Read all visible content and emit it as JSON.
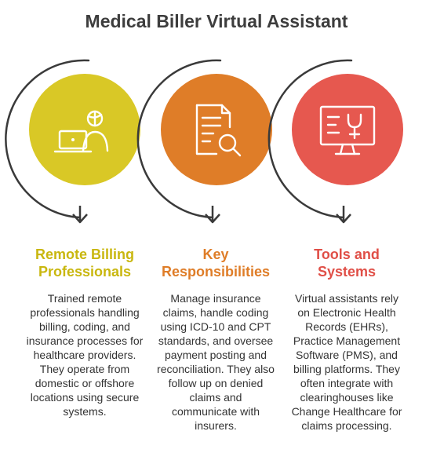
{
  "title": "Medical Biller Virtual Assistant",
  "colors": {
    "yellow": "#d9c826",
    "orange": "#df7d28",
    "red": "#e6584f",
    "yellow_text": "#c9b70f",
    "orange_text": "#df7d28",
    "red_text": "#e04f47",
    "outline": "#3a3a3a"
  },
  "columns": [
    {
      "icon": "laptop-person-icon",
      "heading_line1": "Remote Billing",
      "heading_line2": "Professionals",
      "description": "Trained remote professionals handling billing, coding, and insurance processes for healthcare providers. They operate from domestic or offshore locations using secure systems."
    },
    {
      "icon": "document-search-icon",
      "heading_line1": "Key",
      "heading_line2": "Responsibilities",
      "description": "Manage insurance claims, handle coding using ICD-10 and CPT standards, and oversee payment posting and reconciliation. They also follow up on denied claims and communicate with insurers."
    },
    {
      "icon": "monitor-health-icon",
      "heading_line1": "Tools and",
      "heading_line2": "Systems",
      "description": "Virtual assistants rely on Electronic Health Records (EHRs), Practice Management Software (PMS), and billing platforms. They often integrate with clearinghouses like Change Healthcare for claims processing."
    }
  ]
}
